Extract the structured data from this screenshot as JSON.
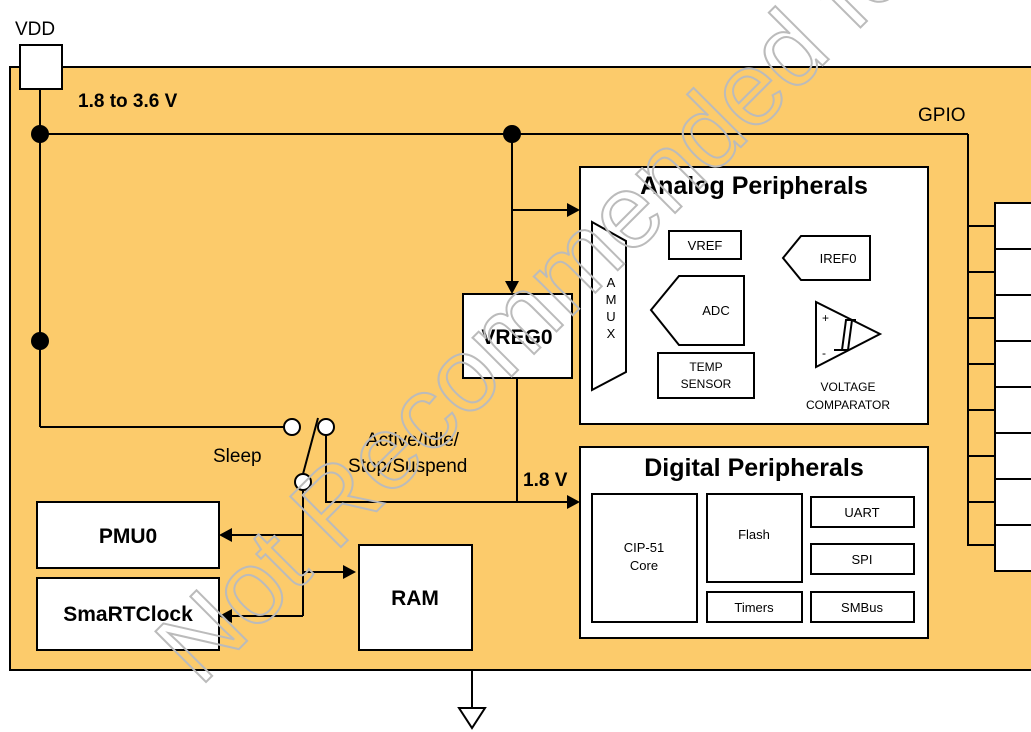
{
  "supply": {
    "label": "VDD",
    "voltage_range": "1.8 to 3.6 V"
  },
  "gpio": {
    "label": "GPIO"
  },
  "vreg": {
    "label": "VREG0",
    "output": "1.8 V"
  },
  "switch": {
    "sleep_label": "Sleep",
    "active_line1": "Active/Idle/",
    "active_line2": "Stop/Suspend"
  },
  "blocks": {
    "pmu": "PMU0",
    "rtc": "SmaRTClock",
    "ram": "RAM"
  },
  "analog": {
    "title": "Analog Peripherals",
    "amux_letters": [
      "A",
      "M",
      "U",
      "X"
    ],
    "vref": "VREF",
    "iref": "IREF0",
    "adc": "ADC",
    "temp_line1": "TEMP",
    "temp_line2": "SENSOR",
    "comp_line1": "VOLTAGE",
    "comp_line2": "COMPARATOR",
    "comp_plus": "+",
    "comp_minus": "-"
  },
  "digital": {
    "title": "Digital Peripherals",
    "core_line1": "CIP-51",
    "core_line2": "Core",
    "flash": "Flash",
    "timers": "Timers",
    "uart": "UART",
    "spi": "SPI",
    "smbus": "SMBus"
  },
  "watermark": "Not Recommended for New Designs",
  "colors": {
    "chip_fill": "#FCCB6B",
    "line": "#000000",
    "watermark": "#bbbbbb"
  }
}
